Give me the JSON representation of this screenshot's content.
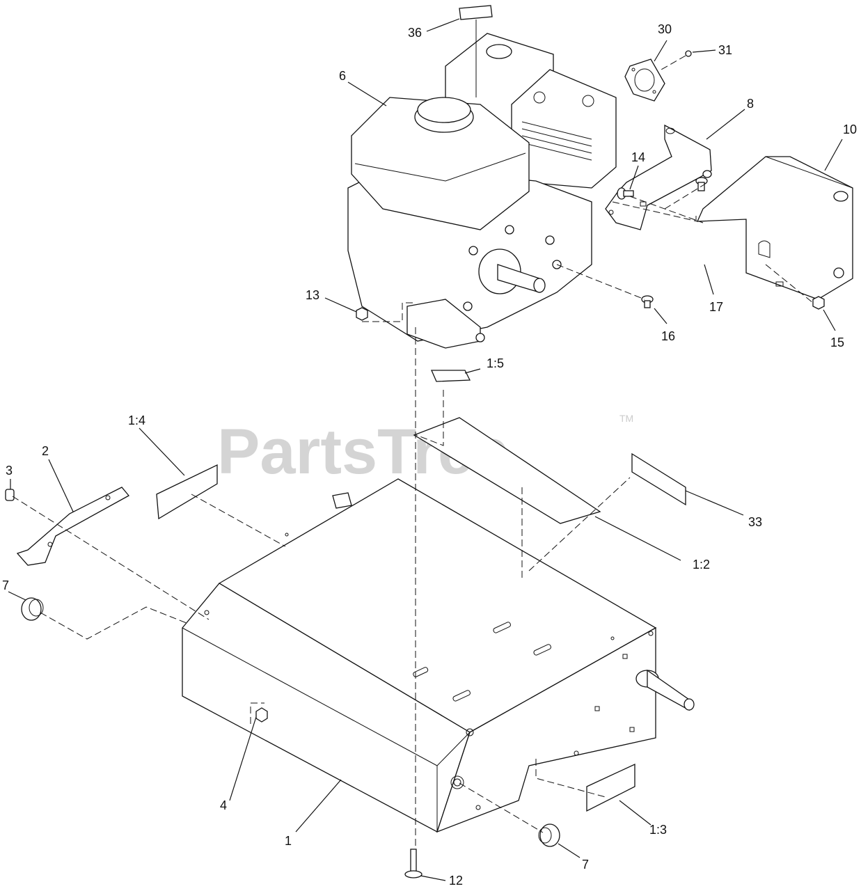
{
  "watermark": {
    "brand": "PartsTree",
    "trademark": "TM"
  },
  "callouts": {
    "c36": "36",
    "c30": "30",
    "c31": "31",
    "c6": "6",
    "c8": "8",
    "c10": "10",
    "c14": "14",
    "c13": "13",
    "c17": "17",
    "c16": "16",
    "c15": "15",
    "c1_5": "1:5",
    "c1_4": "1:4",
    "c2": "2",
    "c3": "3",
    "c33": "33",
    "c1_2": "1:2",
    "c7a": "7",
    "c4": "4",
    "c1": "1",
    "c1_3": "1:3",
    "c7b": "7",
    "c12": "12"
  }
}
